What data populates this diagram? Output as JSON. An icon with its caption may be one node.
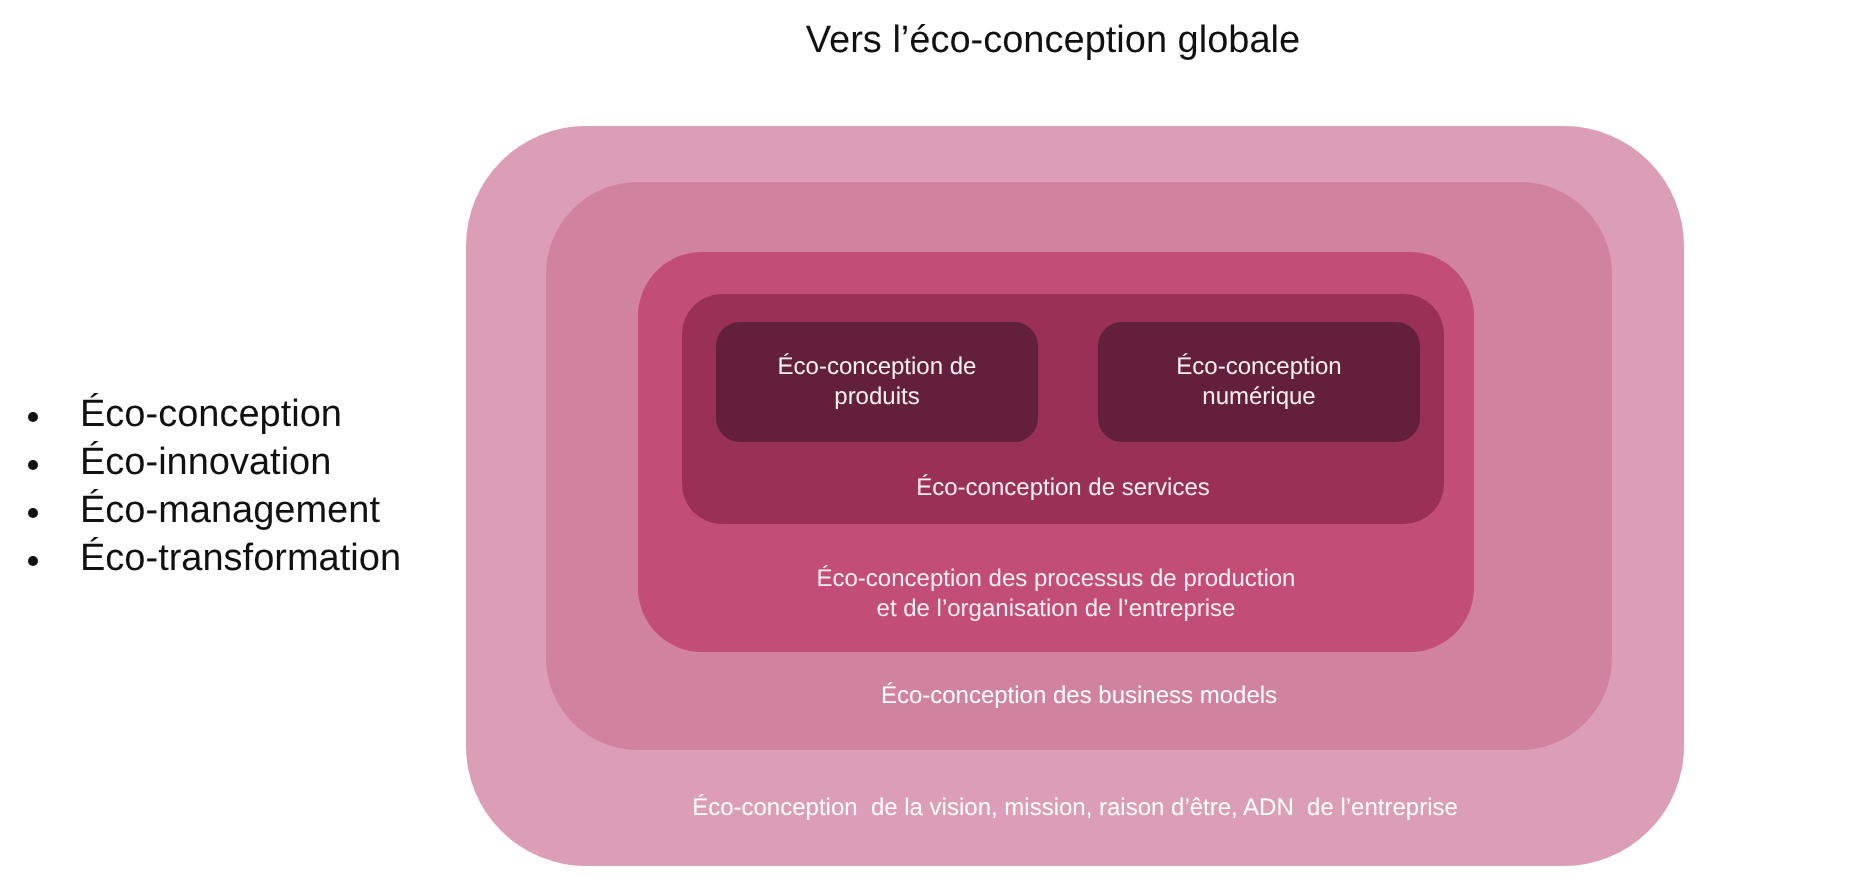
{
  "diagram": {
    "title": "Vers l’éco-conception globale",
    "nodes": [
      {
        "text": [
          "Éco-conception  de la vision, mission, raison d’être, ADN  de l’entreprise"
        ]
      },
      {
        "text": [
          "Éco-conception des business models"
        ],
        "in": 0
      },
      {
        "text": [
          "Éco-conception des processus de production et de l’organisation de l’entreprise"
        ],
        "in": 1
      },
      {
        "text": [
          "Éco-conception de services"
        ],
        "in": 2
      },
      {
        "text": [
          "Éco-conception de produits"
        ],
        "in": 3
      },
      {
        "text": [
          "Éco-conception numérique"
        ],
        "in": 3
      }
    ],
    "labels": [
      "Éco-conception",
      "Éco-innovation",
      "Éco-management",
      "Éco-transformation"
    ]
  }
}
